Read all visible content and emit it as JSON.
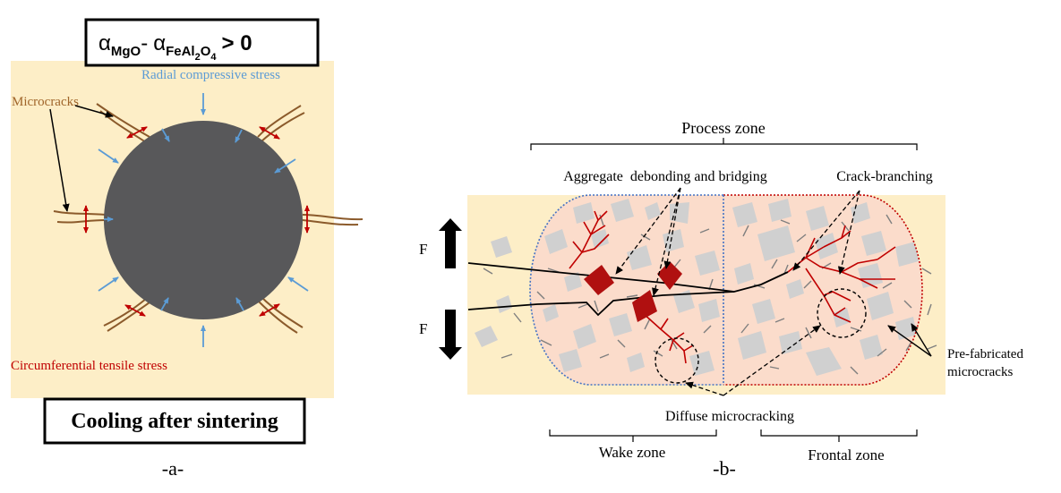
{
  "panel_a": {
    "equation": {
      "alpha": "α",
      "sub1": "MgO",
      "minus": "-",
      "sub2a": "FeAl",
      "sub2b": "2",
      "sub2c": "O",
      "sub2d": "4",
      "rel": "> 0"
    },
    "radial_label": "Radial compressive stress",
    "microcracks_label": "Microcracks",
    "circumferential_label": "Circumferential tensile stress",
    "cooling_label": "Cooling after sintering",
    "panel_label": "-a-",
    "colors": {
      "background": "#fdeec7",
      "particle": "#58585a",
      "compressive_arrow": "#5b9bd5",
      "tensile_arrow": "#c00000",
      "crack": "#8b5a2b",
      "microcracks_text": "#a0652a"
    }
  },
  "panel_b": {
    "process_zone": "Process zone",
    "aggregate_label": "Aggregate  debonding and bridging",
    "branching_label": "Crack-branching",
    "force_top": "F",
    "force_bottom": "F",
    "prefab_line1": "Pre-fabricated",
    "prefab_line2": "microcracks",
    "diffuse_label": "Diffuse microcracking",
    "wake_zone": "Wake zone",
    "frontal_zone": "Frontal zone",
    "panel_label": "-b-",
    "colors": {
      "background": "#fdeec7",
      "zone_fill": "#fbdccb",
      "wake_border": "#4472c4",
      "frontal_border": "#c00000",
      "aggregate": "#d0d0d0",
      "bridging_aggregate": "#b01010",
      "main_crack": "#000000",
      "branch_crack": "#c00000"
    }
  }
}
